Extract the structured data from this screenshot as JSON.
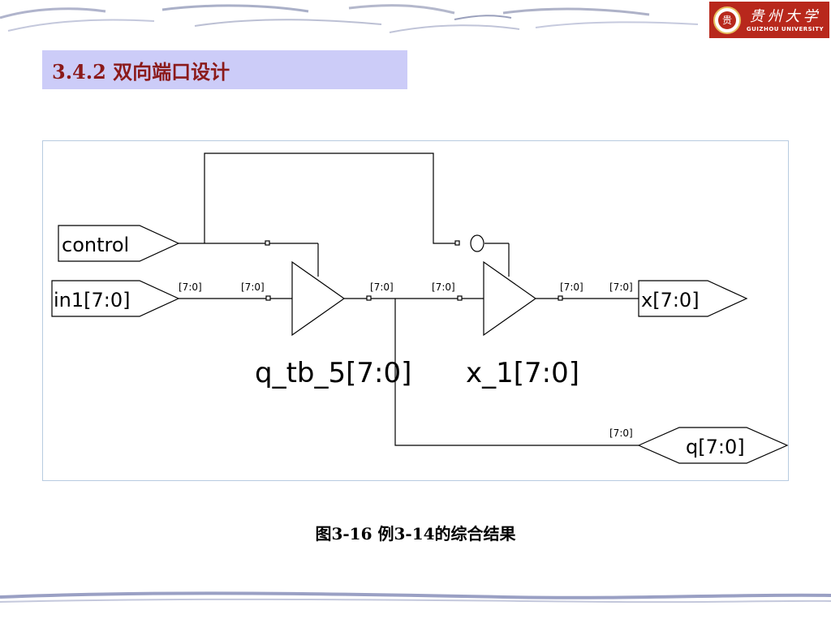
{
  "header": {
    "logo": {
      "name_cn": "贵州大学",
      "name_en": "GUIZHOU UNIVERSITY"
    }
  },
  "section_title": "3.4.2  双向端口设计",
  "diagram": {
    "ports": {
      "control": "control",
      "in1": "in1[7:0]",
      "x": "x[7:0]",
      "q": "q[7:0]"
    },
    "bus_width_label": "[7:0]",
    "instances": {
      "q_tb": "q_tb_5[7:0]",
      "x_1": "x_1[7:0]"
    }
  },
  "caption": "图3-16  例3-14的综合结果"
}
